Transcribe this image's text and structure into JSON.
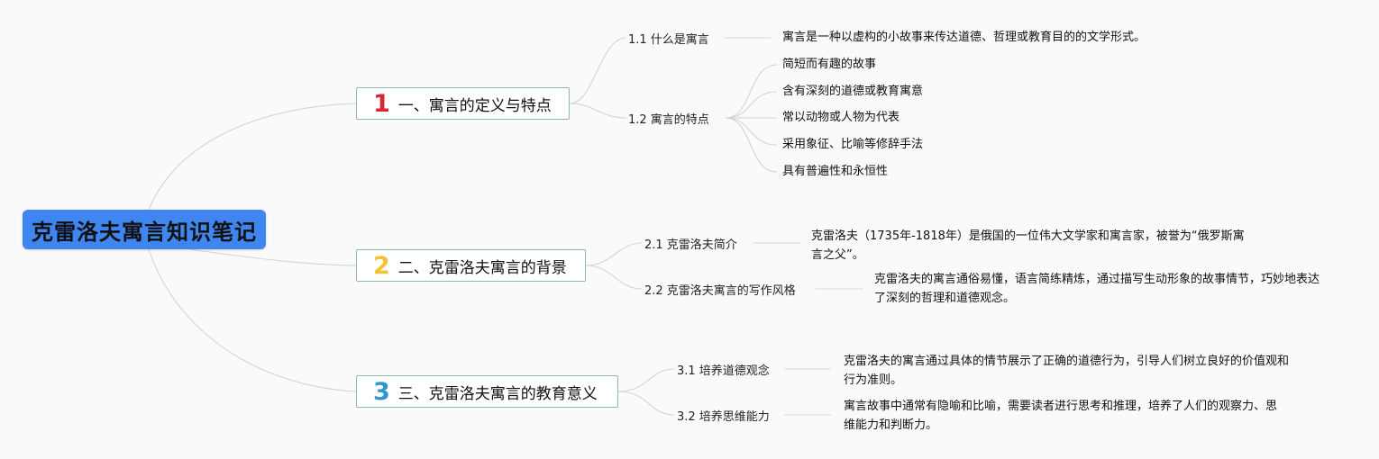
{
  "root": {
    "title": "克雷洛夫寓言知识笔记"
  },
  "colors": {
    "root_bg": "#3f86f0",
    "num1": "#d72638",
    "num2": "#f2c335",
    "num3": "#2f96d0"
  },
  "branches": [
    {
      "num": "1",
      "title": "一、寓言的定义与特点",
      "subs": [
        {
          "label": "1.1 什么是寓言",
          "leaves": [
            "寓言是一种以虚构的小故事来传达道德、哲理或教育目的的文学形式。"
          ]
        },
        {
          "label": "1.2 寓言的特点",
          "leaves": [
            "简短而有趣的故事",
            "含有深刻的道德或教育寓意",
            "常以动物或人物为代表",
            "采用象征、比喻等修辞手法",
            "具有普遍性和永恒性"
          ]
        }
      ]
    },
    {
      "num": "2",
      "title": "二、克雷洛夫寓言的背景",
      "subs": [
        {
          "label": "2.1 克雷洛夫简介",
          "leaves": [
            "克雷洛夫（1735年-1818年）是俄国的一位伟大文学家和寓言家，被誉为“俄罗斯寓言之父”。"
          ]
        },
        {
          "label": "2.2 克雷洛夫寓言的写作风格",
          "leaves": [
            "克雷洛夫的寓言通俗易懂，语言简练精炼，通过描写生动形象的故事情节，巧妙地表达了深刻的哲理和道德观念。"
          ]
        }
      ]
    },
    {
      "num": "3",
      "title": "三、克雷洛夫寓言的教育意义",
      "subs": [
        {
          "label": "3.1 培养道德观念",
          "leaves": [
            "克雷洛夫的寓言通过具体的情节展示了正确的道德行为，引导人们树立良好的价值观和行为准则。"
          ]
        },
        {
          "label": "3.2 培养思维能力",
          "leaves": [
            "寓言故事中通常有隐喻和比喻，需要读者进行思考和推理，培养了人们的观察力、思维能力和判断力。"
          ]
        }
      ]
    }
  ]
}
